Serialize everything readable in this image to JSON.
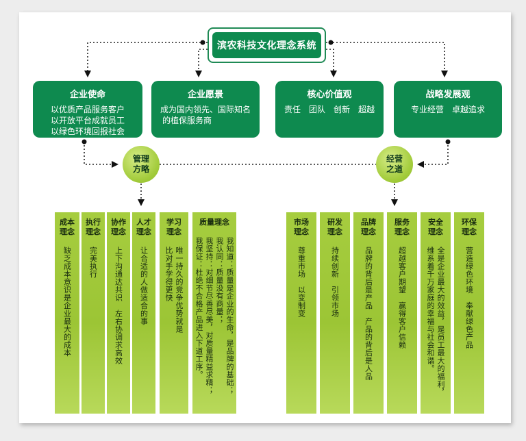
{
  "title": "滨农科技文化理念系统",
  "top_boxes": [
    {
      "heading": "企业使命",
      "lines": [
        "以优质产品服务客户",
        "以开放平台成就员工",
        "以绿色环境回报社会"
      ]
    },
    {
      "heading": "企业愿景",
      "lines": [
        "成为国内领先、国际知名",
        "的植保服务商"
      ]
    },
    {
      "heading": "核心价值观",
      "lines": [
        "责任　团队　创新　超越"
      ]
    },
    {
      "heading": "战略发展观",
      "lines": [
        "专业经营　卓越追求"
      ]
    }
  ],
  "circles": {
    "management": {
      "line1": "管理",
      "line2": "方略"
    },
    "operation": {
      "line1": "经营",
      "line2": "之道"
    }
  },
  "management_columns": [
    {
      "head1": "成本",
      "head2": "理念",
      "lines": [
        "缺乏成本意识是企业最大的成本"
      ]
    },
    {
      "head1": "执行",
      "head2": "理念",
      "lines": [
        "完美执行"
      ]
    },
    {
      "head1": "协作",
      "head2": "理念",
      "lines": [
        "上下沟通达共识　左右协调求高效"
      ]
    },
    {
      "head1": "人才",
      "head2": "理念",
      "lines": [
        "让合适的人做适合的事"
      ]
    },
    {
      "head1": "学习",
      "head2": "理念",
      "lines": [
        "唯一持久的竞争优势就是",
        "比对手学得更快"
      ]
    },
    {
      "head1": "质量理念",
      "head2": "",
      "lines": [
        "我知道：质量是企业的生命，是品牌的基础；",
        "我认同：质量没有商量；",
        "我坚持：对细节尽善尽美，对质量精益求精；",
        "我保证：杜绝不合格产品进入下道工序。"
      ]
    }
  ],
  "operation_columns": [
    {
      "head1": "市场",
      "head2": "理念",
      "lines": [
        "尊重市场　以变制变"
      ]
    },
    {
      "head1": "研发",
      "head2": "理念",
      "lines": [
        "持续创新　引领市场"
      ]
    },
    {
      "head1": "品牌",
      "head2": "理念",
      "lines": [
        "品牌的背后是产品　产品的背后是人品"
      ]
    },
    {
      "head1": "服务",
      "head2": "理念",
      "lines": [
        "超越客户期望　赢得客户信赖"
      ]
    },
    {
      "head1": "安全",
      "head2": "理念",
      "lines": [
        "全是企业最大的效益，是员工最大的福利，",
        "维系着千万家庭的幸福与社会和谐。"
      ]
    },
    {
      "head1": "环保",
      "head2": "理念",
      "lines": [
        "营造绿色环境　奉献绿色产品"
      ]
    }
  ],
  "colors": {
    "dark_green": "#0e8a4f",
    "light_green": "#a6cd3f"
  }
}
